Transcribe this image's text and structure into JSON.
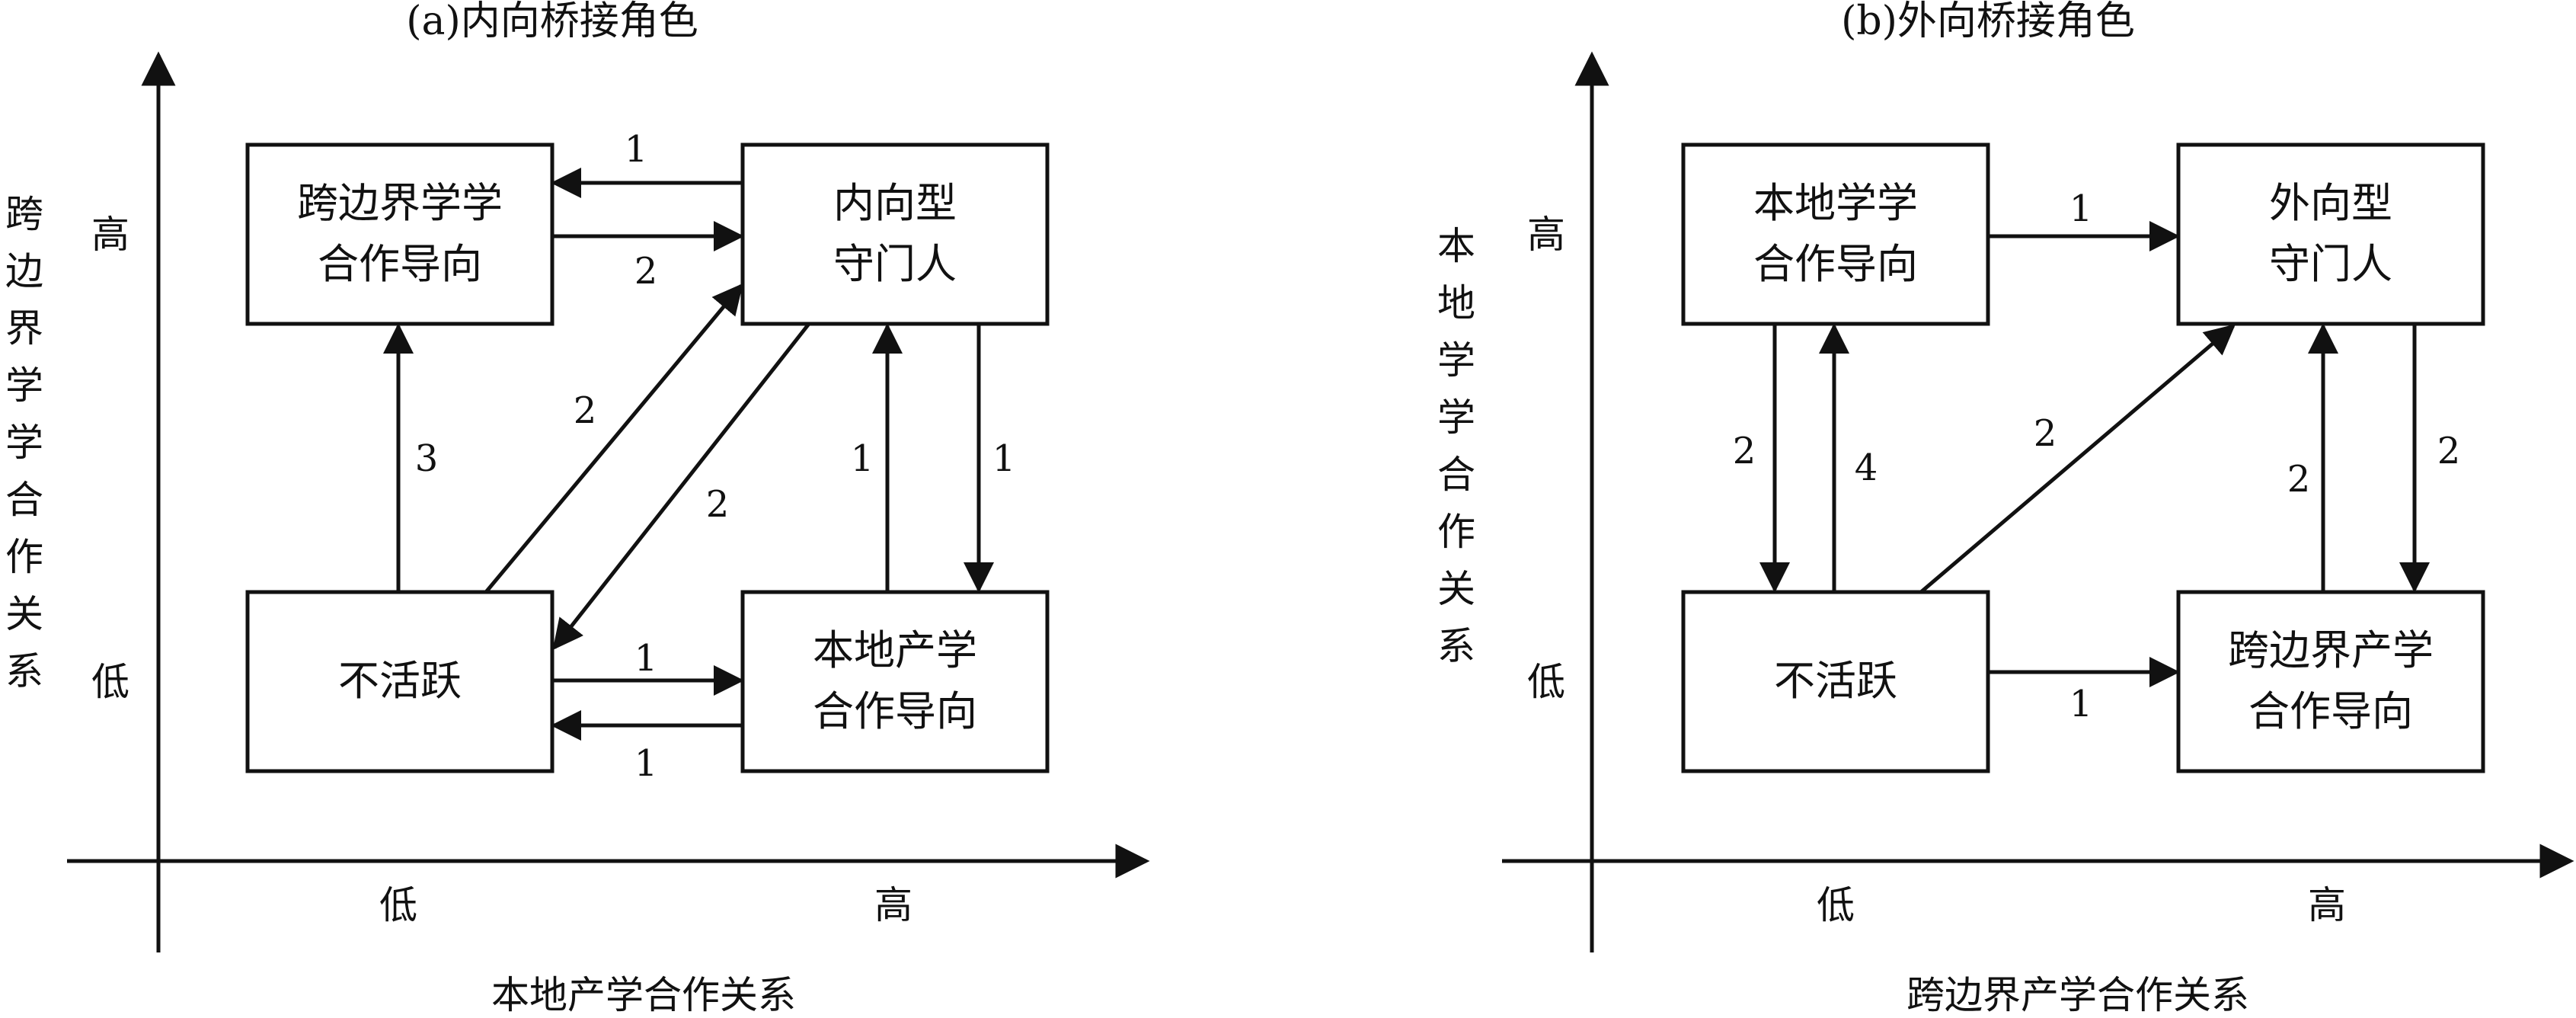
{
  "panel_a": {
    "title": "(a)内向桥接角色",
    "y_axis_label": [
      "跨",
      "边",
      "界",
      "学",
      "学",
      "合",
      "作",
      "关",
      "系"
    ],
    "x_axis_label": "本地产学合作关系",
    "y_high": "高",
    "y_low": "低",
    "x_low": "低",
    "x_high": "高",
    "boxes": {
      "top_left": [
        "跨边界学学",
        "合作导向"
      ],
      "top_right": [
        "内向型",
        "守门人"
      ],
      "bottom_left": [
        "不活跃"
      ],
      "bottom_right": [
        "本地产学",
        "合作导向"
      ]
    },
    "edge_labels": {
      "tr_to_tl": "1",
      "tl_to_tr": "2",
      "bl_to_tl": "3",
      "bl_to_tr": "2",
      "tr_to_bl": "2",
      "br_to_tr": "1",
      "tr_to_br": "1",
      "bl_to_br": "1",
      "br_to_bl": "1"
    }
  },
  "panel_b": {
    "title": "(b)外向桥接角色",
    "y_axis_label": [
      "本",
      "地",
      "学",
      "学",
      "合",
      "作",
      "关",
      "系"
    ],
    "x_axis_label": "跨边界产学合作关系",
    "y_high": "高",
    "y_low": "低",
    "x_low": "低",
    "x_high": "高",
    "boxes": {
      "top_left": [
        "本地学学",
        "合作导向"
      ],
      "top_right": [
        "外向型",
        "守门人"
      ],
      "bottom_left": [
        "不活跃"
      ],
      "bottom_right": [
        "跨边界产学",
        "合作导向"
      ]
    },
    "edge_labels": {
      "tl_to_tr": "1",
      "tl_to_bl": "2",
      "bl_to_tl": "4",
      "bl_to_tr": "2",
      "br_to_tr": "2",
      "tr_to_br": "2",
      "bl_to_br": "1"
    }
  }
}
